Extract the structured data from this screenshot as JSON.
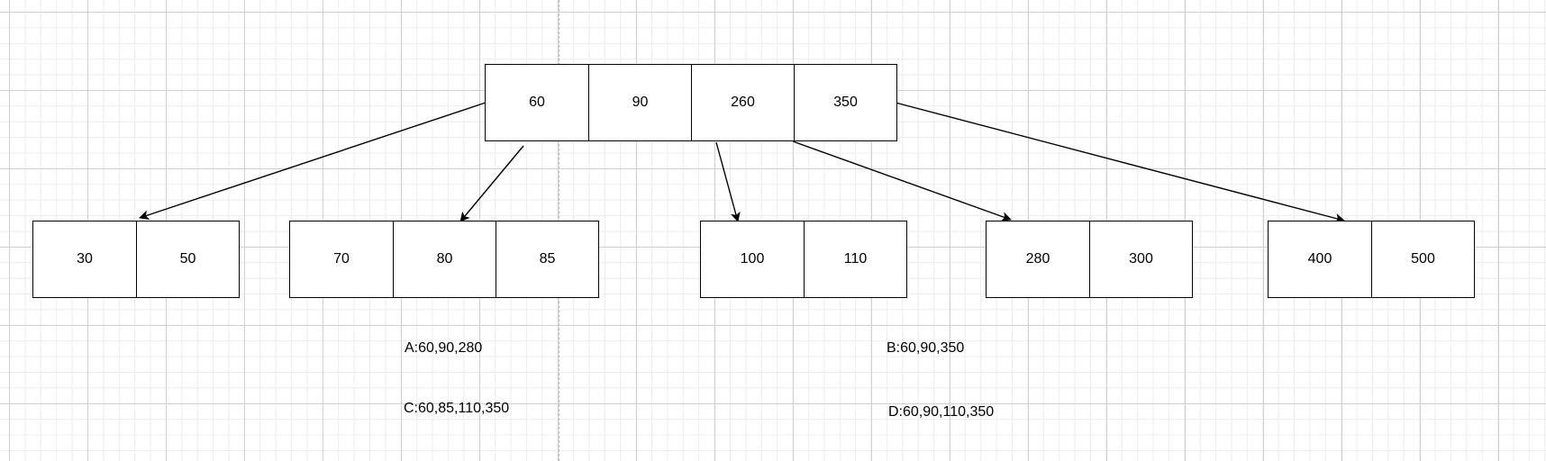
{
  "root": {
    "keys": [
      "60",
      "90",
      "260",
      "350"
    ]
  },
  "children": [
    {
      "keys": [
        "30",
        "50"
      ]
    },
    {
      "keys": [
        "70",
        "80",
        "85"
      ]
    },
    {
      "keys": [
        "100",
        "110"
      ]
    },
    {
      "keys": [
        "280",
        "300"
      ]
    },
    {
      "keys": [
        "400",
        "500"
      ]
    }
  ],
  "options": {
    "a": "A:60,90,280",
    "b": "B:60,90,350",
    "c": "C:60,85,110,350",
    "d": "D:60,90,110,350"
  }
}
